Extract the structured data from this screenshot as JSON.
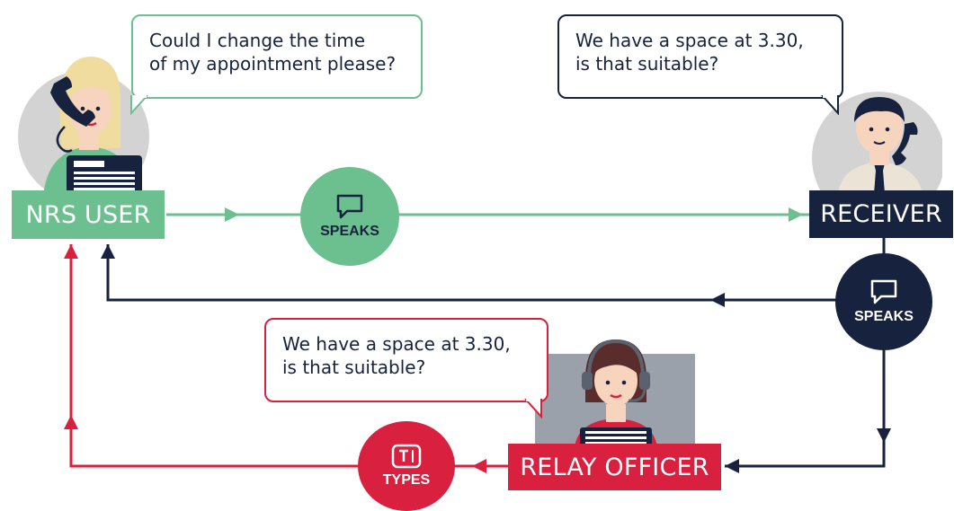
{
  "colors": {
    "green": "#6cc08f",
    "navy": "#17223e",
    "red": "#d9203f",
    "grey": "#9aa1ab"
  },
  "nrs_user": {
    "label": "NRS USER",
    "speech": [
      "Could I change the time",
      "of my appointment please?"
    ]
  },
  "receiver": {
    "label": "RECEIVER",
    "speech": [
      "We have a space at 3.30,",
      "is that suitable?"
    ]
  },
  "relay_officer": {
    "label": "RELAY OFFICER",
    "speech": [
      "We have a space at 3.30,",
      "is that suitable?"
    ]
  },
  "actions": {
    "user_speaks": {
      "label": "SPEAKS",
      "icon": "speech-bubble-icon"
    },
    "receiver_speaks": {
      "label": "SPEAKS",
      "icon": "speech-bubble-icon"
    },
    "officer_types": {
      "label": "TYPES",
      "icon": "text-input-icon"
    }
  }
}
